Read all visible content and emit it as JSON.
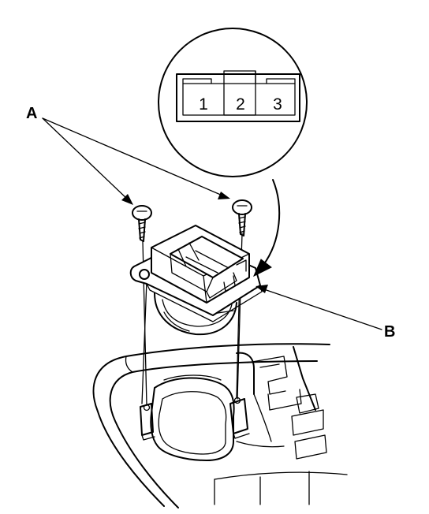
{
  "diagram": {
    "callouts": {
      "a": "A",
      "b": "B"
    },
    "connector": {
      "pins": [
        "1",
        "2",
        "3"
      ]
    }
  }
}
